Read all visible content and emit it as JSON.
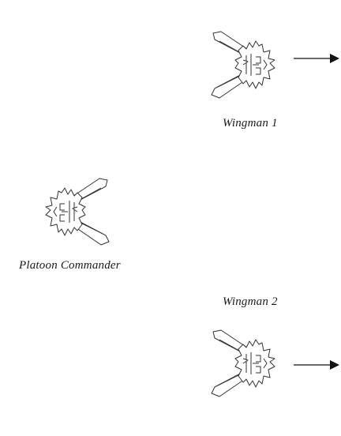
{
  "diagram": {
    "units": [
      {
        "id": "wingman-1",
        "label": "Wingman 1",
        "icon": "mech-topdown-icon",
        "heading": "right",
        "has_arrow": true
      },
      {
        "id": "platoon-commander",
        "label": "Platoon Commander",
        "icon": "mech-topdown-icon",
        "heading": "left",
        "has_arrow": false
      },
      {
        "id": "wingman-2",
        "label": "Wingman 2",
        "icon": "mech-topdown-icon",
        "heading": "right",
        "has_arrow": true
      }
    ],
    "colors": {
      "outline": "#333333",
      "fill": "#ffffff",
      "arrow": "#111111"
    }
  }
}
